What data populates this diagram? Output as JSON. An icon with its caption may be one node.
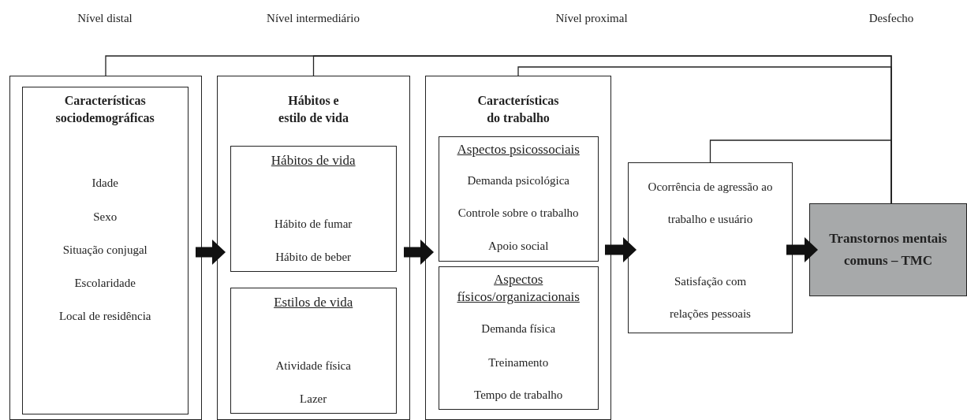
{
  "diagram": {
    "nodes": [
      {
        "text": [],
        "shape": "box"
      },
      {
        "text": [
          "Características sociodemográficas",
          "Idade",
          "Sexo",
          "Situação conjugal",
          "Escolaridade",
          "Local de residência"
        ],
        "in": 0
      },
      {
        "text": [
          "Hábitos e estilo de vida"
        ]
      },
      {
        "text": [
          "Hábitos de vida",
          "Hábito de fumar",
          "Hábito de beber"
        ],
        "in": 2
      },
      {
        "text": [
          "Estilos de vida",
          "Atividade física",
          "Lazer"
        ],
        "in": 2
      },
      {
        "text": [
          "Características do trabalho"
        ]
      },
      {
        "text": [
          "Aspectos psicossociais",
          "Demanda psicológica",
          "Controle sobre o trabalho",
          "Apoio social"
        ],
        "in": 5
      },
      {
        "text": [
          "Aspectos físicos/organizacionais",
          "Demanda física",
          "Treinamento",
          "Tempo de trabalho"
        ],
        "in": 5
      },
      {
        "text": [
          "Ocorrência de agressão ao trabalho e usuário",
          "Satisfação com relações pessoais"
        ]
      },
      {
        "text": [
          "Transtornos mentais comuns – TMC"
        ]
      }
    ],
    "edges": [
      {
        "from": 0,
        "to": 2,
        "arrow": "to",
        "style": "thick"
      },
      {
        "from": 2,
        "to": 5,
        "arrow": "to",
        "style": "thick"
      },
      {
        "from": 5,
        "to": 8,
        "arrow": "to",
        "style": "thick"
      },
      {
        "from": 8,
        "to": 9,
        "arrow": "to",
        "style": "thick"
      },
      {
        "from": 0,
        "to": 9,
        "arrow": "none"
      },
      {
        "from": 2,
        "to": 9,
        "arrow": "none"
      },
      {
        "from": 5,
        "to": 9,
        "arrow": "none"
      },
      {
        "from": 8,
        "to": 9,
        "arrow": "none"
      }
    ],
    "labels": [
      "Nível distal",
      "Nível intermediário",
      "Nível proximal",
      "Desfecho"
    ]
  }
}
